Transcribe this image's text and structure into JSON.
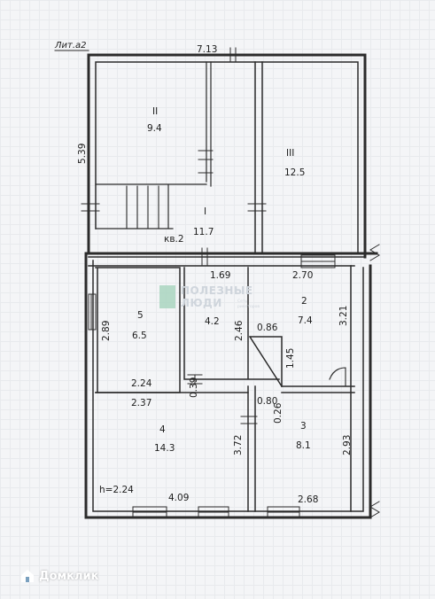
{
  "header": {
    "label": "Лит.а2"
  },
  "rooms": [
    {
      "id": "I",
      "number": "I",
      "area": "11.7"
    },
    {
      "id": "II",
      "number": "II",
      "area": "9.4"
    },
    {
      "id": "III",
      "number": "III",
      "area": "12.5"
    },
    {
      "id": "2",
      "number": "2",
      "area": "7.4"
    },
    {
      "id": "3",
      "number": "3",
      "area": "8.1"
    },
    {
      "id": "4",
      "number": "4",
      "area": "14.3"
    },
    {
      "id": "5",
      "number": "5",
      "area": "6.5"
    },
    {
      "id": "c",
      "number": "",
      "area": "4.2"
    }
  ],
  "dimensions": {
    "top_width": "7.13",
    "left_height": "5.39",
    "mid_width": "1.69",
    "right_top_width": "2.70",
    "r5_height": "2.89",
    "r5_width": "2.24",
    "r4_top_width": "2.37",
    "corridor_height": "2.46",
    "gap_small": "0.39",
    "stair_width": "0.86",
    "stair_height": "1.45",
    "r2_height": "3.21",
    "r4_right_gap": "0.80",
    "r3_gap": "0.26",
    "r4_height": "3.72",
    "r4_bottom_width": "4.09",
    "r3_height": "2.93",
    "r3_width": "2.68"
  },
  "notes": {
    "flat": "кв.2",
    "ceiling": "h=2.24"
  },
  "watermark": {
    "line1": "ПОЛЕЗНЫЕ",
    "line2": "ЛЮДИ",
    "sub1": "Сеть",
    "sub2": "риелторов"
  },
  "brand": {
    "name": "Домклик"
  }
}
